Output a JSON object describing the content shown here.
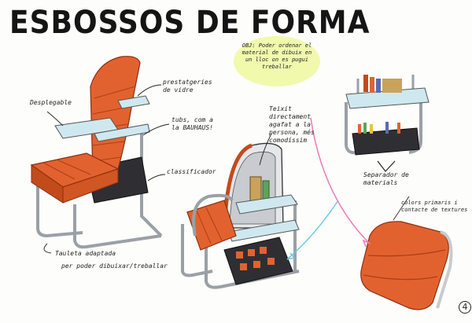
{
  "title": "ESBOSSOS DE FORMA",
  "notes": {
    "desplegable": "Desplegable",
    "prestatgeries": "prestatgeries de vidre",
    "tubs": "tubs, com a la BAUHAUS!",
    "classificador": "classificador",
    "tauleta": "Tauleta adaptada",
    "tauleta2": "per poder dibuixar/treballar",
    "teixit": "Teixit directament agafat a la persona, més comodíssim",
    "separador": "Separador de materials",
    "colors": "colors primaris i contacte de textures",
    "bubble": "OBJ: Poder ordenar el material de dibuix en un lloc on es pugui treballar"
  },
  "page_number": "4",
  "colors": {
    "orange": "#e2622f",
    "orange_dark": "#b94418",
    "metal": "#c9ccd0",
    "glass": "#cfe8ef",
    "dark": "#2b2b2b",
    "bubble": "#e9f77a",
    "arrow_blue": "#6cc9e6",
    "arrow_pink": "#f07ab6"
  }
}
